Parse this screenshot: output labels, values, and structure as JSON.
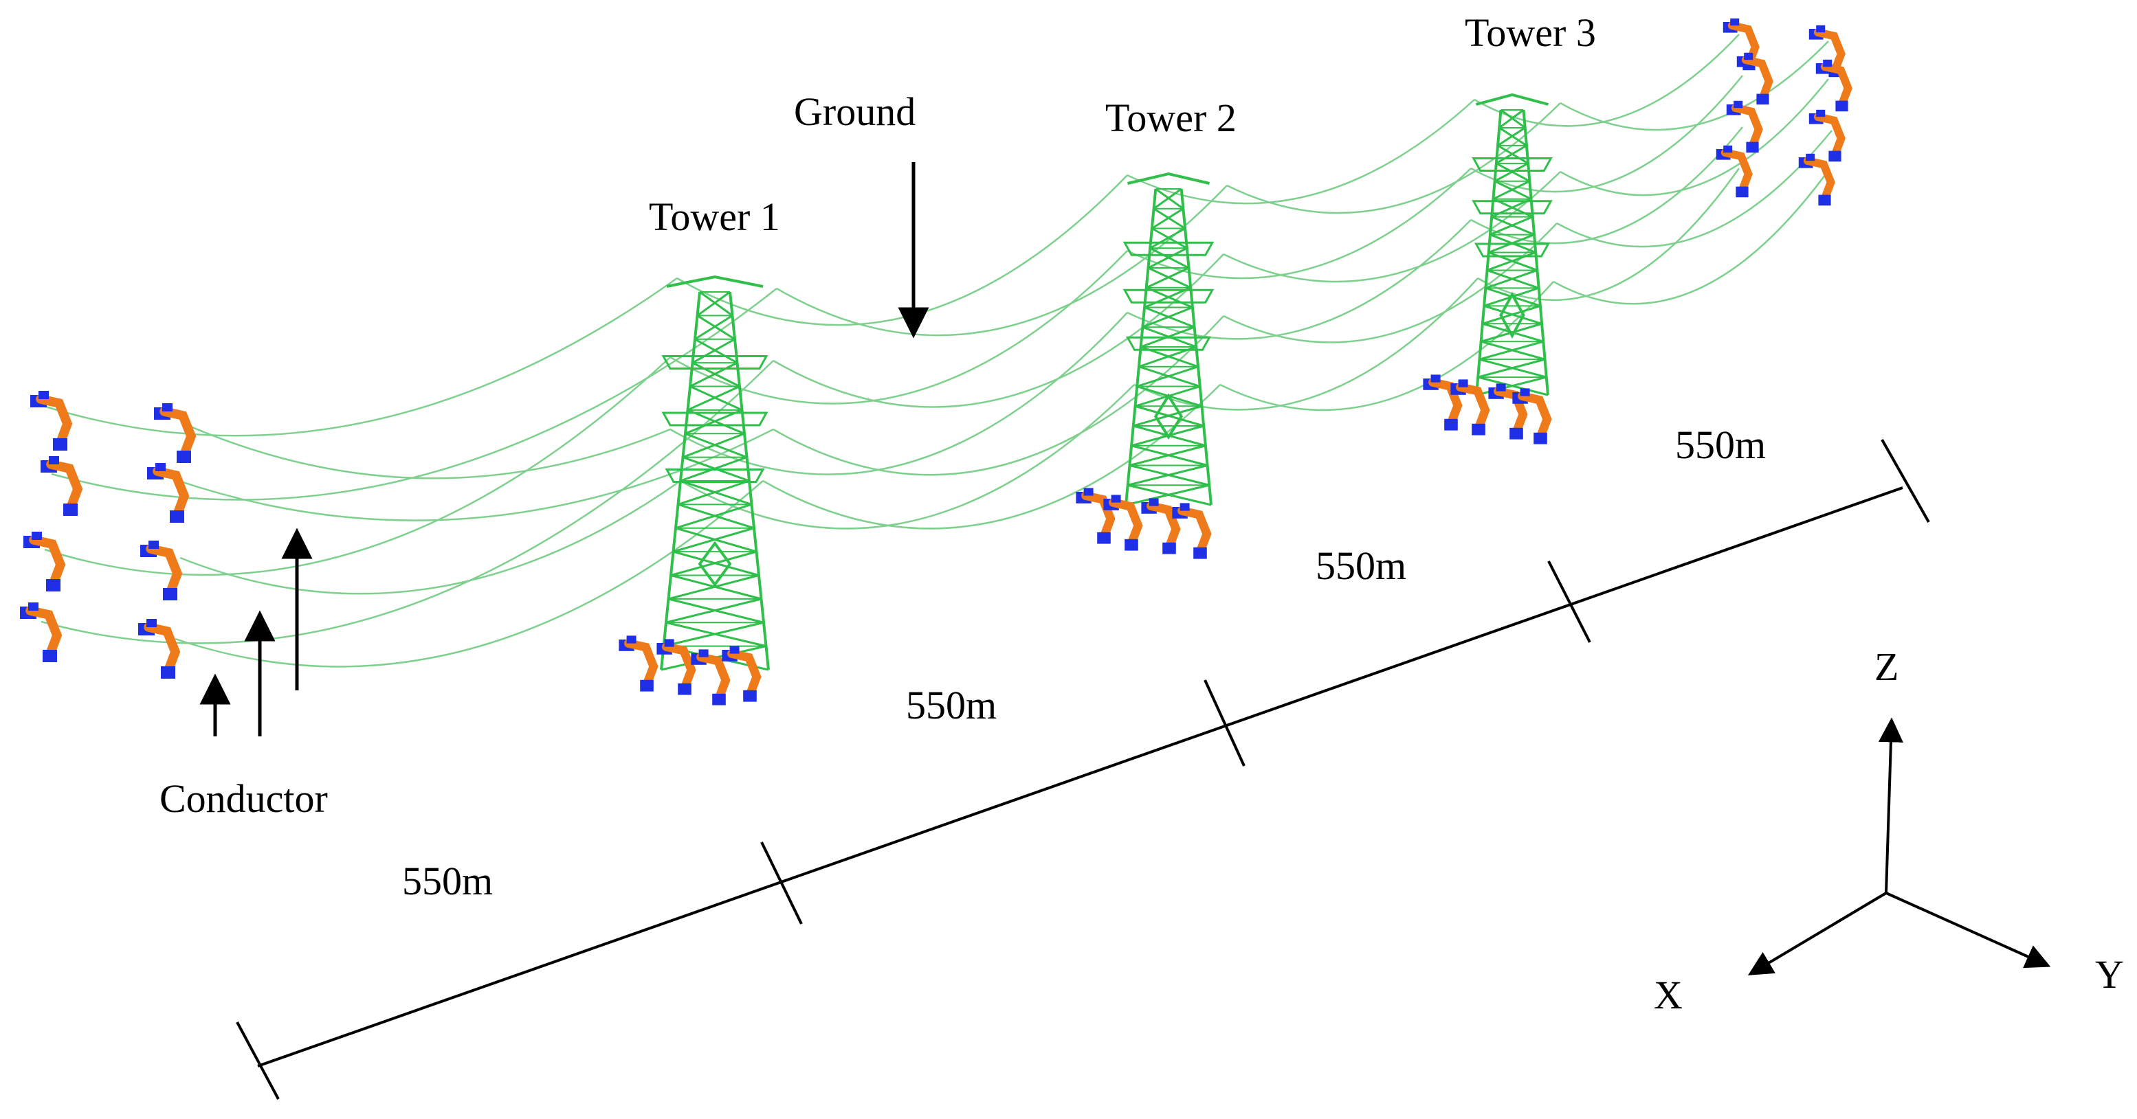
{
  "labels": {
    "tower1": "Tower 1",
    "tower2": "Tower 2",
    "tower3": "Tower 3",
    "ground": "Ground",
    "conductor": "Conductor"
  },
  "spans": [
    "550m",
    "550m",
    "550m",
    "550m"
  ],
  "axes": {
    "x": "X",
    "y": "Y",
    "z": "Z"
  },
  "colors": {
    "line": "#2fbf4a",
    "wire": "#7fd08f",
    "support_orange": "#ef7a1a",
    "support_blue": "#1f2fe6",
    "ink": "#000000"
  },
  "icons": [
    "transmission-tower-icon",
    "end-support-icon",
    "arrow-icon"
  ]
}
